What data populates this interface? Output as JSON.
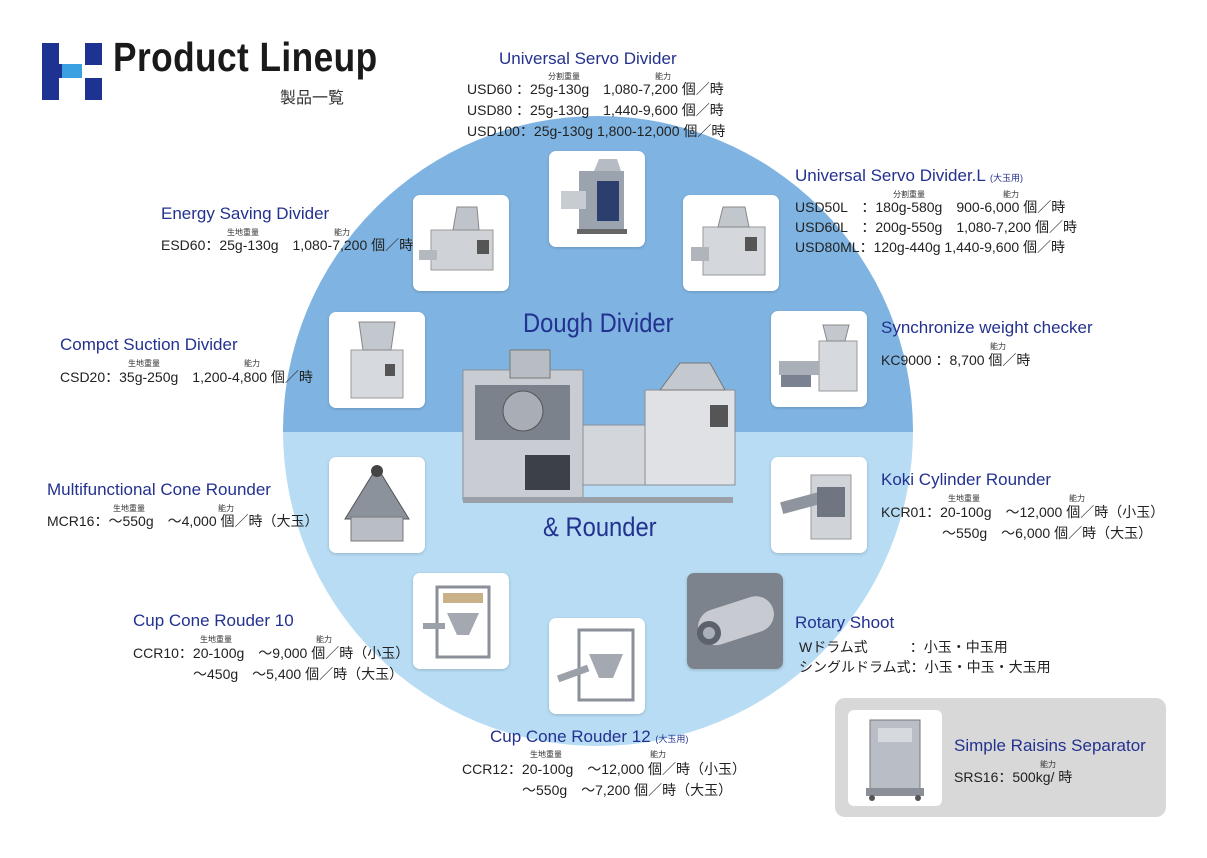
{
  "header": {
    "title": "Product Lineup",
    "subtitle": "製品一覧"
  },
  "center": {
    "top_label": "Dough Divider",
    "bottom_label": "& Rounder"
  },
  "colors": {
    "circle_top": "#7fb4e2",
    "circle_bottom": "#b7dcf4",
    "product_name": "#23318f",
    "logo": "#1e3391",
    "raisins_box": "#d8d8d8"
  },
  "products": {
    "usd": {
      "name": "Universal Servo Divider",
      "ann_weight": "分割重量",
      "ann_capacity": "能力",
      "rows": [
        "USD60 ：25g-130g　1,080-7,200 個／時",
        "USD80 ：25g-130g　1,440-9,600 個／時",
        "USD100：25g-130g 1,800-12,000 個／時"
      ]
    },
    "usdl": {
      "name": "Universal Servo Divider.L",
      "name_note": "(大玉用)",
      "ann_weight": "分割重量",
      "ann_capacity": "能力",
      "rows": [
        "USD50L　：180g-580g　900-6,000 個／時",
        "USD60L　：200g-550g　1,080-7,200 個／時",
        "USD80ML：120g-440g 1,440-9,600 個／時"
      ]
    },
    "esd": {
      "name": "Energy Saving Divider",
      "ann_weight": "生地重量",
      "ann_capacity": "能力",
      "spec": "ESD60：25g-130g　1,080-7,200 個／時"
    },
    "csd": {
      "name": "Compct Suction Divider",
      "ann_weight": "生地重量",
      "ann_capacity": "能力",
      "spec": "CSD20：35g-250g　1,200-4,800 個／時"
    },
    "kc": {
      "name": "Synchronize weight checker",
      "ann_capacity": "能力",
      "spec": "KC9000 ：8,700 個／時"
    },
    "mcr": {
      "name": "Multifunctional Cone Rounder",
      "ann_weight": "生地重量",
      "ann_capacity": "能力",
      "spec": "MCR16：～550g　～4,000 個／時（大玉）"
    },
    "kcr": {
      "name": "Koki Cylinder Rounder",
      "ann_weight": "生地重量",
      "ann_capacity": "能力",
      "row1": "KCR01：20-100g　～12,000 個／時（小玉）",
      "row2": "～550g　～6,000 個／時（大玉）"
    },
    "ccr10": {
      "name": "Cup Cone Rouder 10",
      "ann_weight": "生地重量",
      "ann_capacity": "能力",
      "row1": "CCR10：20-100g　～9,000 個／時（小玉）",
      "row2": "～450g　～5,400 個／時（大玉）"
    },
    "rotary": {
      "name": "Rotary Shoot",
      "row1": "Wドラム式　　　：小玉・中玉用",
      "row2": "シングルドラム式：小玉・中玉・大玉用"
    },
    "ccr12": {
      "name": "Cup Cone Rouder 12",
      "name_note": "(大玉用)",
      "ann_weight": "生地重量",
      "ann_capacity": "能力",
      "row1": "CCR12：20-100g　～12,000 個／時（小玉）",
      "row2": "～550g　～7,200 個／時（大玉）"
    },
    "srs": {
      "name": "Simple Raisins Separator",
      "ann_capacity": "能力",
      "spec": "SRS16：500kg/ 時"
    }
  }
}
